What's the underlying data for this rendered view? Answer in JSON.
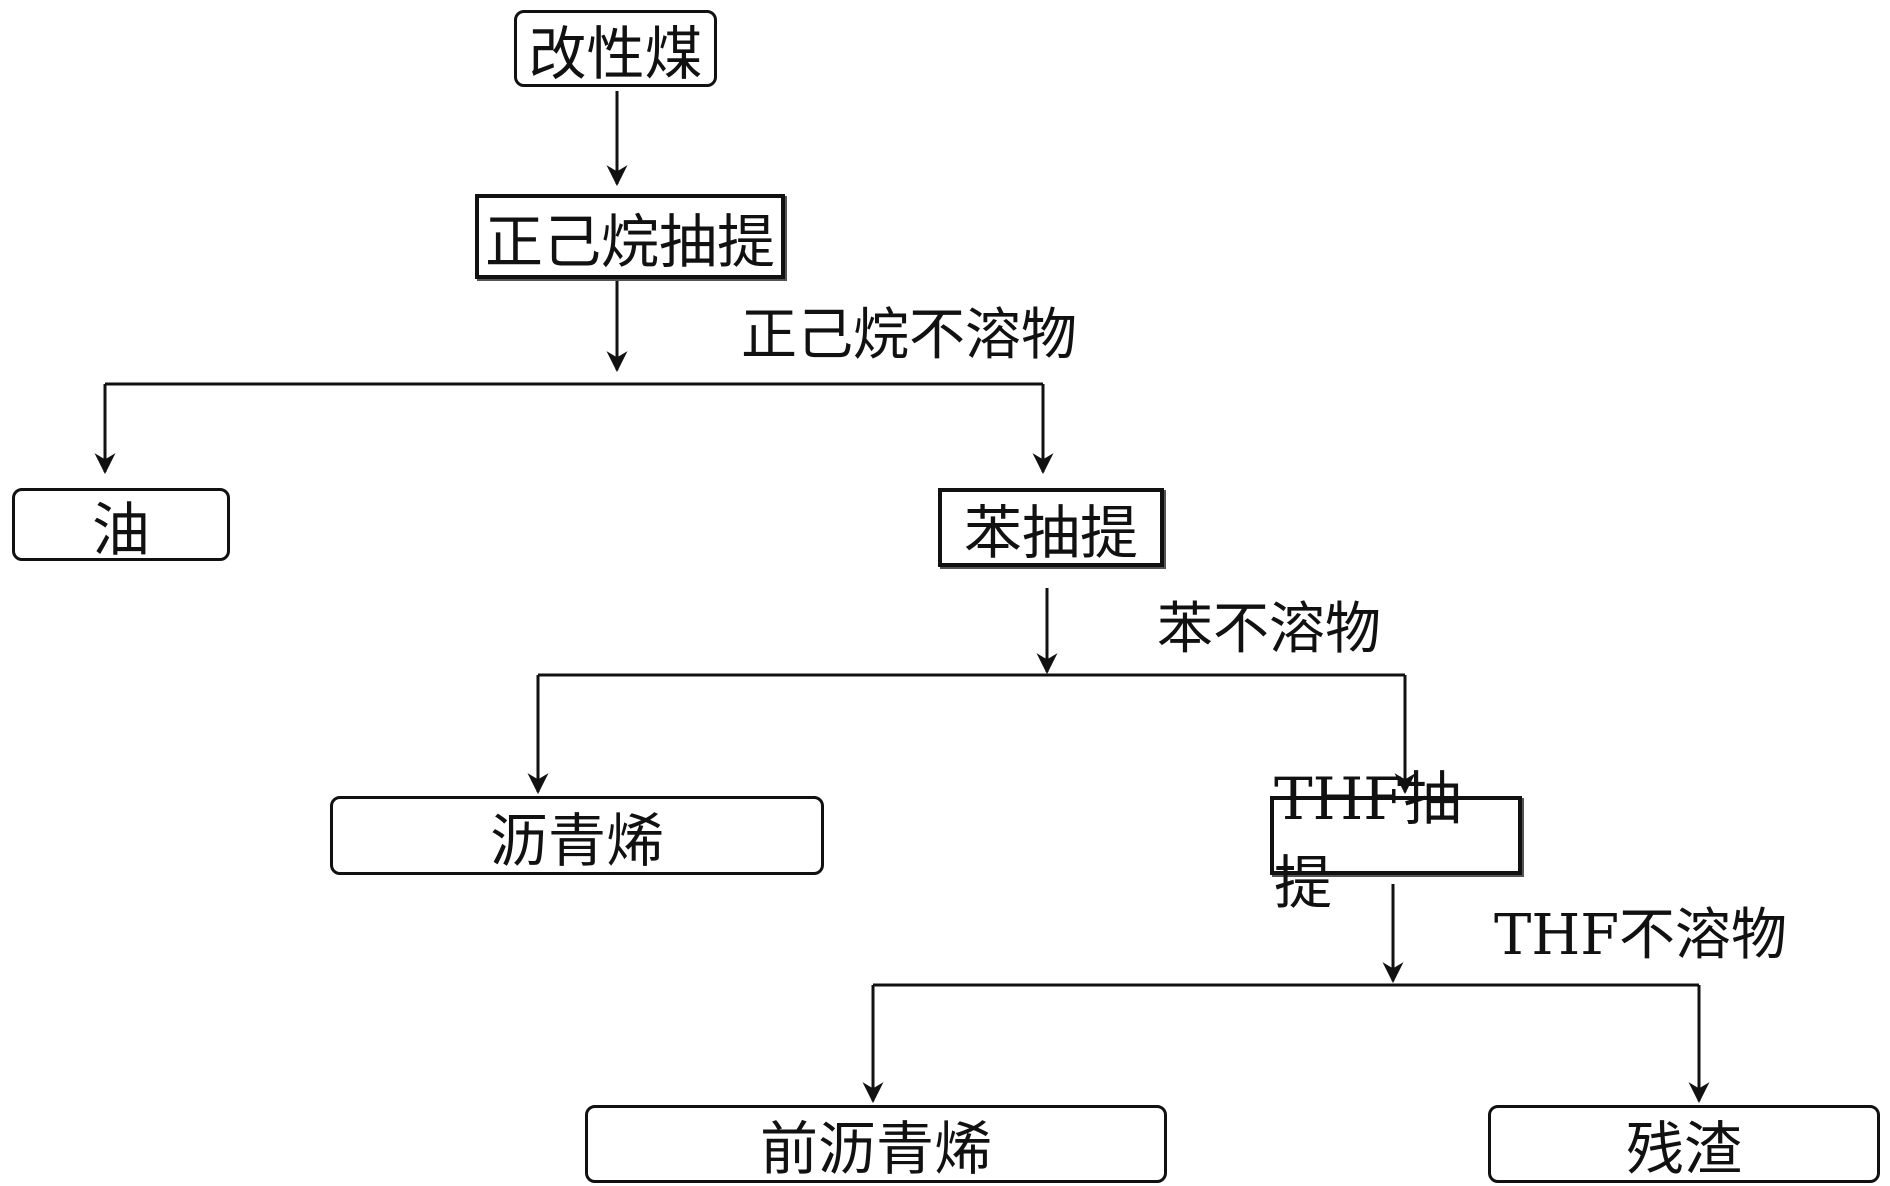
{
  "nodes": {
    "root": "改性煤",
    "hexane_extraction": "正己烷抽提",
    "oil": "油",
    "benzene_extraction": "苯抽提",
    "asphaltene": "沥青烯",
    "thf_extraction": "THF抽提",
    "preasphaltene": "前沥青烯",
    "residue": "残渣"
  },
  "edge_labels": {
    "hexane_insoluble": "正己烷不溶物",
    "benzene_insoluble": "苯不溶物",
    "thf_insoluble": "THF不溶物"
  }
}
